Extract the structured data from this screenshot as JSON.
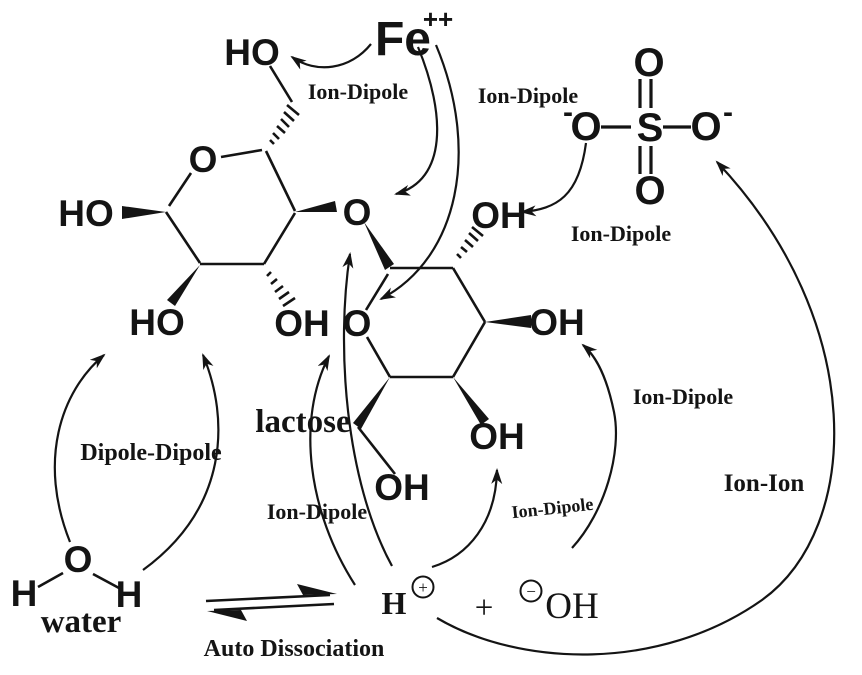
{
  "figure": {
    "background": "#ffffff",
    "ink": "#141414"
  },
  "atoms": {
    "gal_c6_hydroxyl": "HO",
    "gal_ring_oxygen": "O",
    "gal_c1_hydroxyl": "HO",
    "gal_c2_hydroxyl": "HO",
    "gal_c3_hydroxyl": "OH",
    "glycosidic_oxygen": "O",
    "glc_ring_oxygen": "O",
    "glc_c2_hydroxyl": "OH",
    "glc_c3_hydroxyl": "OH",
    "glc_c4_hydroxyl": "OH",
    "glc_c6_hydroxyl": "OH",
    "water_o": "O",
    "water_h_left": "H",
    "water_h_right": "H",
    "sulfate_s": "S",
    "sulfate_o_top": "O",
    "sulfate_o_bottom": "O",
    "sulfate_o_left": "O",
    "sulfate_o_left_charge": "-",
    "sulfate_o_right": "O",
    "sulfate_o_right_charge": "-",
    "iron": "Fe",
    "iron_charge": "++",
    "proton_h": "H",
    "proton_charge": "+",
    "plus_sign": "+",
    "hydroxide_charge": "−",
    "hydroxide_oh": "OH"
  },
  "labels": {
    "ion_dipole_fe_ho": "Ion-Dipole",
    "ion_dipole_fe_ring": "Ion-Dipole",
    "ion_dipole_sulfate_oh": "Ion-Dipole",
    "ion_dipole_h_ring": "Ion-Dipole",
    "ion_dipole_h_oh": "Ion-Dipole",
    "ion_dipole_hydroxide_oh": "Ion-Dipole",
    "ion_ion": "Ion-Ion",
    "dipole_dipole": "Dipole-Dipole",
    "lactose": "lactose",
    "water": "water",
    "auto_dissociation": "Auto Dissociation"
  }
}
